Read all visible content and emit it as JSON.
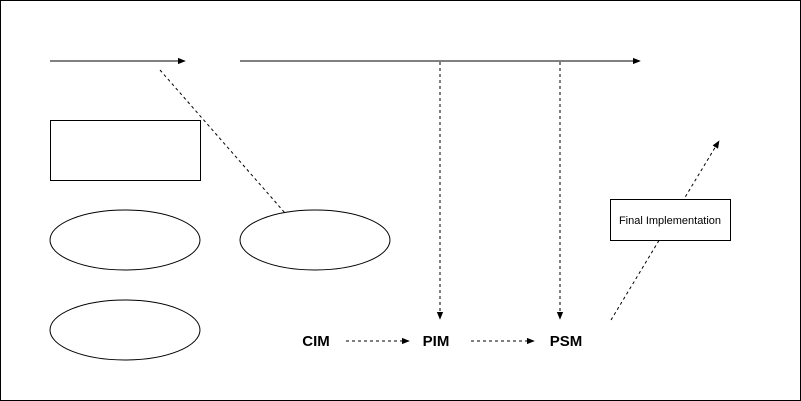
{
  "diagram": {
    "nodes": {
      "cim": "CIM",
      "pim": "PIM",
      "psm": "PSM",
      "final_implementation": "Final Implementation"
    }
  }
}
